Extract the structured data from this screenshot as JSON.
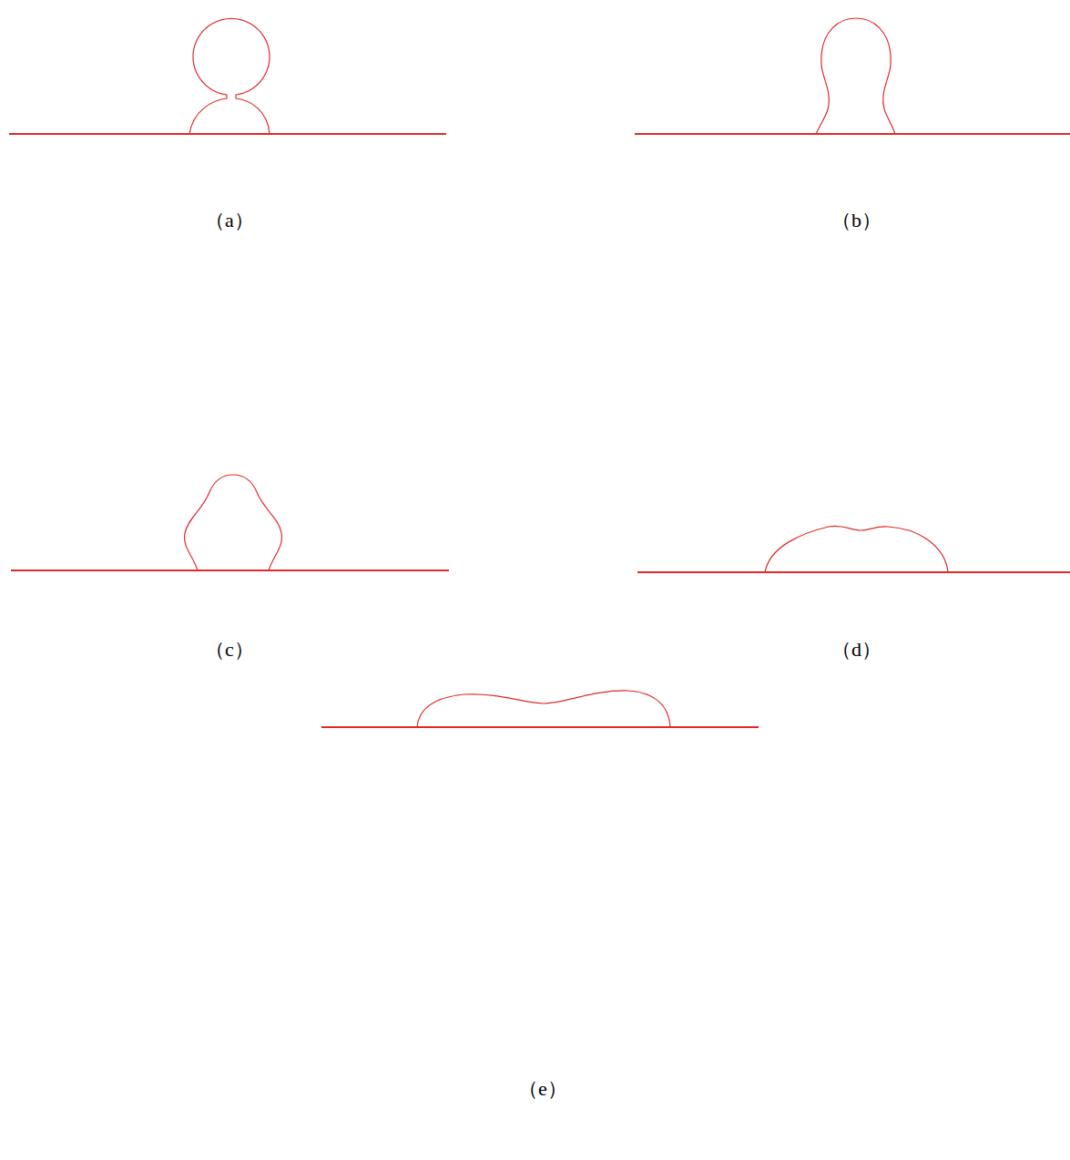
{
  "diagram": {
    "labels": [
      "（a）",
      "（b）",
      "（c）",
      "（d）",
      "（e）"
    ]
  }
}
